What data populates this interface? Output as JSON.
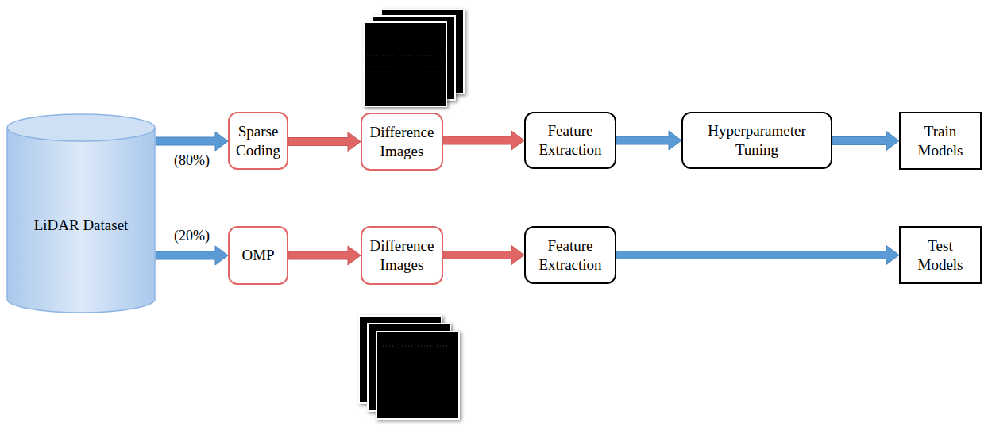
{
  "diagram": {
    "nodes": [
      {
        "text": [
          "LiDAR Dataset"
        ]
      },
      {
        "text": [
          "Sparse Coding"
        ]
      },
      {
        "text": [
          "Difference Images"
        ]
      },
      {
        "text": [
          "Feature Extraction"
        ]
      },
      {
        "text": [
          "Hyperparameter Tuning"
        ]
      },
      {
        "text": [
          "Train Models"
        ]
      },
      {
        "text": [
          "OMP"
        ]
      },
      {
        "text": [
          "Difference Images"
        ]
      },
      {
        "text": [
          "Feature Extraction"
        ]
      },
      {
        "text": [
          "Test Models"
        ]
      }
    ],
    "edges": [
      {
        "from": 0,
        "to": 1,
        "arrow": "to",
        "label": "(80%)"
      },
      {
        "from": 1,
        "to": 2,
        "arrow": "to"
      },
      {
        "from": 2,
        "to": 3,
        "arrow": "to"
      },
      {
        "from": 3,
        "to": 4,
        "arrow": "to"
      },
      {
        "from": 4,
        "to": 5,
        "arrow": "to"
      },
      {
        "from": 0,
        "to": 6,
        "arrow": "to",
        "label": "(20%)"
      },
      {
        "from": 6,
        "to": 7,
        "arrow": "to"
      },
      {
        "from": 7,
        "to": 8,
        "arrow": "to"
      },
      {
        "from": 8,
        "to": 9,
        "arrow": "to"
      }
    ]
  }
}
